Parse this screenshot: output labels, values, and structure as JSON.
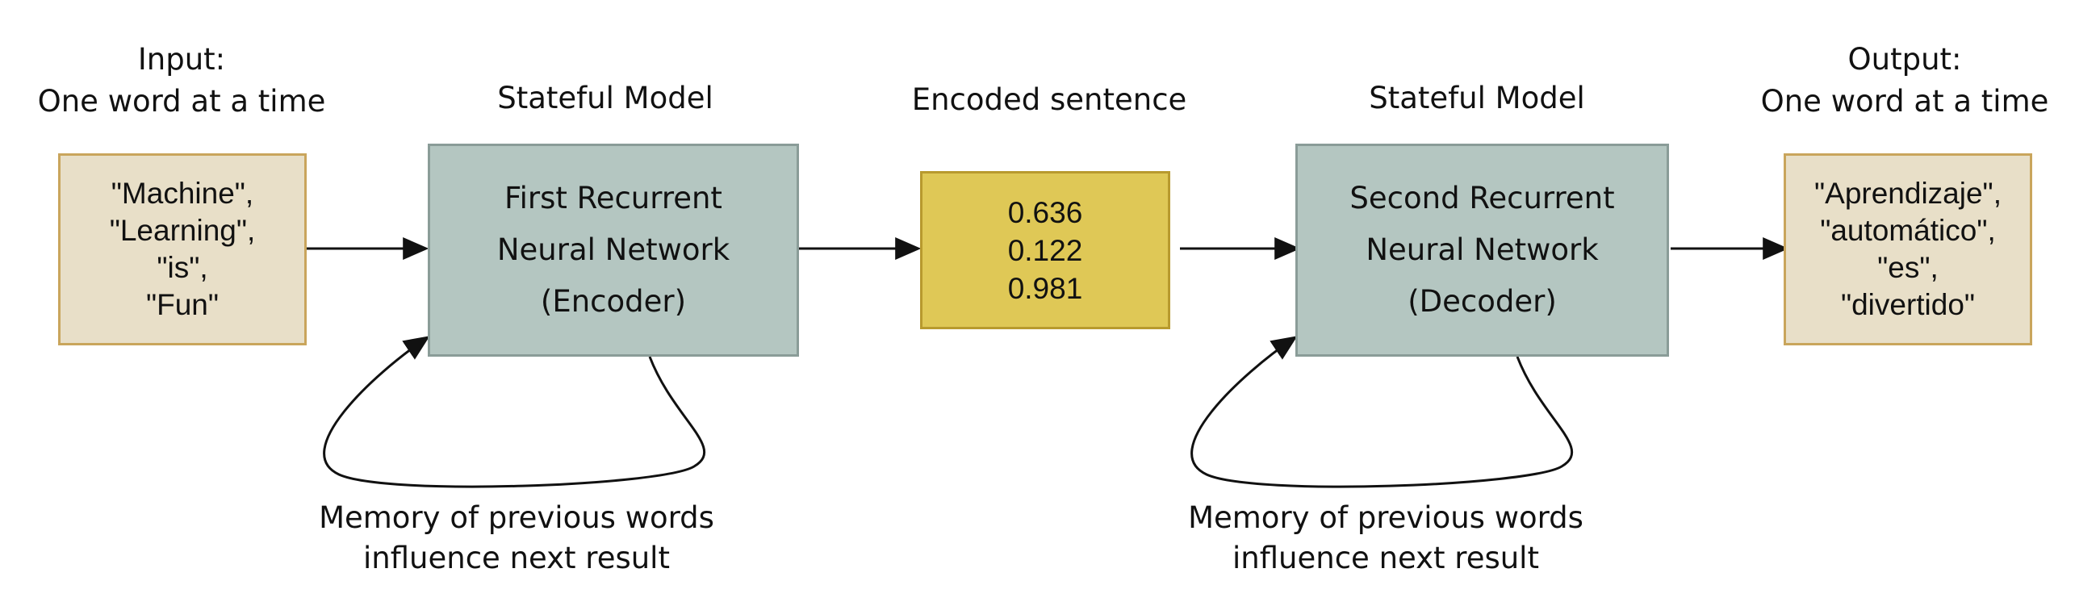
{
  "input": {
    "heading": [
      "Input:",
      "One word at a time"
    ],
    "words": [
      "\"Machine\",",
      "\"Learning\",",
      "\"is\",",
      "\"Fun\""
    ]
  },
  "encoder": {
    "heading": "Stateful Model",
    "label": [
      "First Recurrent",
      "Neural Network",
      "(Encoder)"
    ],
    "memory_caption": [
      "Memory of previous words",
      "influence next result"
    ]
  },
  "encoded": {
    "heading": "Encoded sentence",
    "values": [
      "0.636",
      "0.122",
      "0.981"
    ]
  },
  "decoder": {
    "heading": "Stateful Model",
    "label": [
      "Second Recurrent",
      "Neural Network",
      "(Decoder)"
    ],
    "memory_caption": [
      "Memory of previous words",
      "influence next result"
    ]
  },
  "output": {
    "heading": [
      "Output:",
      "One word at a time"
    ],
    "words": [
      "\"Aprendizaje\",",
      "\"automático\",",
      "\"es\",",
      "\"divertido\""
    ]
  },
  "colors": {
    "word_box_fill": "#e8dfc8",
    "word_box_border": "#c9a55c",
    "model_box_fill": "#b4c6c1",
    "model_box_border": "#8a9c98",
    "encoded_box_fill": "#dfc856",
    "encoded_box_border": "#b89a2e",
    "arrow": "#111111"
  }
}
